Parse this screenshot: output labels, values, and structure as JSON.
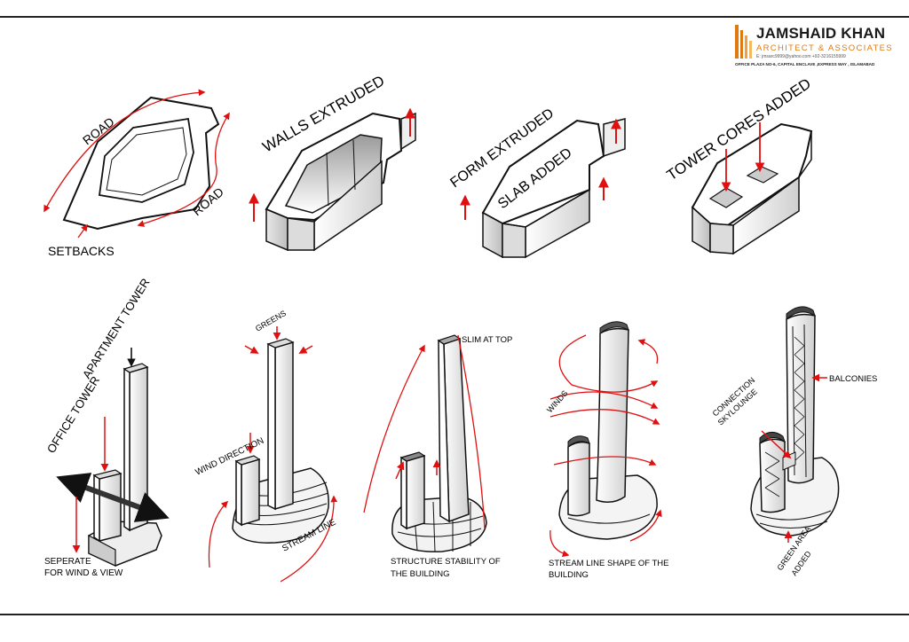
{
  "header": {
    "firm_name": "JAMSHAID KHAN",
    "firm_subtitle": "ARCHITECT & ASSOCIATES",
    "contact": "E: jmsarc9999@yahoo.com   +92-3216155999",
    "address": "OFFICE PLAZA NO-6, CAPITAL ENCLAVE ,EXPRESS WAY , ISLAMABAD",
    "logo_icon": "orange-bars-logo"
  },
  "colors": {
    "arrow": "#e01010",
    "line": "#111111",
    "accent": "#e07a10"
  },
  "steps": [
    {
      "title": "",
      "labels": [
        "ROAD",
        "ROAD",
        "SETBACKS"
      ]
    },
    {
      "title": "WALLS EXTRUDED"
    },
    {
      "title": "FORM EXTRUDED",
      "subtitle": "SLAB ADDED"
    },
    {
      "title": "TOWER CORES ADDED"
    }
  ],
  "towers": [
    {
      "labels": [
        "APARTMENT TOWER",
        "OFFICE TOWER"
      ],
      "caption": [
        "SEPERATE",
        "FOR WIND & VIEW"
      ]
    },
    {
      "labels": [
        "GREENS",
        "WIND DIRECTION",
        "STREAM LINE"
      ]
    },
    {
      "labels": [
        "SLIM AT TOP"
      ],
      "caption": [
        "STRUCTURE STABILITY OF",
        "THE BUILDING"
      ]
    },
    {
      "labels": [
        "WINDS"
      ],
      "caption": [
        "STREAM LINE SHAPE OF THE",
        "BUILDING"
      ]
    },
    {
      "labels": [
        "CONNECTION",
        "SKYLOUNGE",
        "BALCONIES"
      ],
      "caption": [
        "GREEN AREA",
        "ADDED"
      ]
    }
  ]
}
